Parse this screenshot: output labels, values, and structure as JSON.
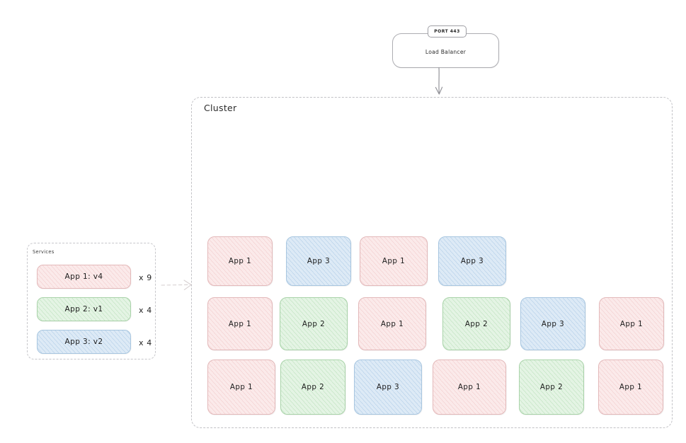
{
  "diagram": {
    "title_visible": false,
    "load_balancer": {
      "label": "Load Balancer",
      "port_badge": "PORT 443"
    },
    "cluster": {
      "label": "Cluster"
    },
    "services_panel": {
      "title": "Services",
      "items": [
        {
          "label": "App 1: v4",
          "count": "x 9",
          "color": "#fbeaea",
          "variant": "pink"
        },
        {
          "label": "App 2: v1",
          "count": "x 4",
          "color": "#e4f4e4",
          "variant": "green"
        },
        {
          "label": "App 3: v2",
          "count": "x 4",
          "color": "#ddeaf6",
          "variant": "blue"
        }
      ]
    },
    "pods": {
      "rows": [
        {
          "items": [
            {
              "label": "App 1",
              "variant": "pink"
            },
            {
              "label": "App 3",
              "variant": "blue"
            },
            {
              "label": "App 1",
              "variant": "pink"
            },
            {
              "label": "App 3",
              "variant": "blue"
            }
          ]
        },
        {
          "items": [
            {
              "label": "App 1",
              "variant": "pink"
            },
            {
              "label": "App 2",
              "variant": "green"
            },
            {
              "label": "App 1",
              "variant": "pink"
            },
            {
              "label": "App 2",
              "variant": "green"
            },
            {
              "label": "App 3",
              "variant": "blue"
            },
            {
              "label": "App 1",
              "variant": "pink"
            }
          ]
        },
        {
          "items": [
            {
              "label": "App 1",
              "variant": "pink"
            },
            {
              "label": "App 2",
              "variant": "green"
            },
            {
              "label": "App 3",
              "variant": "blue"
            },
            {
              "label": "App 1",
              "variant": "pink"
            },
            {
              "label": "App 2",
              "variant": "green"
            },
            {
              "label": "App 1",
              "variant": "pink"
            }
          ]
        }
      ]
    },
    "connectors": [
      {
        "name": "load-balancer-to-cluster",
        "style": "solid-arrow-down"
      },
      {
        "name": "services-to-cluster",
        "style": "dashed-arrow-right"
      }
    ],
    "palette": {
      "pink": "#fbeaea",
      "green": "#e4f4e4",
      "blue": "#ddeaf6",
      "stroke": "#b9b9bd",
      "text": "#1f1f1f",
      "background": "#ffffff"
    }
  }
}
